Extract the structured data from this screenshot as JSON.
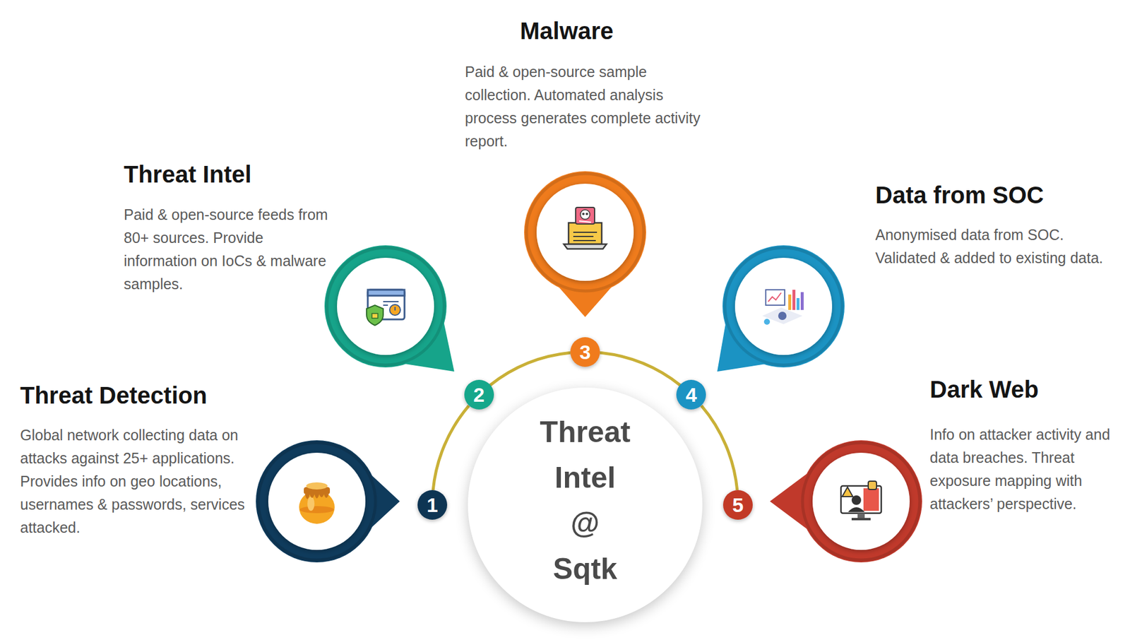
{
  "diagram": {
    "nodes": [
      {
        "text": [
          "Threat Intel @ Sqtk"
        ]
      },
      {
        "text": [
          "1"
        ]
      },
      {
        "text": [
          "2"
        ]
      },
      {
        "text": [
          "3"
        ]
      },
      {
        "text": [
          "4"
        ]
      },
      {
        "text": [
          "5"
        ]
      },
      {
        "text": [
          "Threat Detection",
          "Global network collecting data on attacks against 25+ applications. Provides info on geo locations, usernames & passwords, services attacked."
        ]
      },
      {
        "text": [
          "Threat Intel",
          "Paid & open-source feeds from 80+ sources. Provide information on IoCs & malware samples."
        ]
      },
      {
        "text": [
          "Malware",
          "Paid & open-source sample collection. Automated analysis process generates complete activity report."
        ]
      },
      {
        "text": [
          "Data from SOC",
          "Anonymised data from SOC. Validated & added to existing data."
        ]
      },
      {
        "text": [
          "Dark Web",
          "Info on attacker activity and data breaches. Threat exposure mapping with attackers’ perspective."
        ]
      }
    ],
    "edges": [
      {
        "from": 1,
        "to": 2,
        "arrow": "none"
      },
      {
        "from": 2,
        "to": 3,
        "arrow": "none"
      },
      {
        "from": 3,
        "to": 4,
        "arrow": "none"
      },
      {
        "from": 4,
        "to": 5,
        "arrow": "none"
      }
    ]
  }
}
